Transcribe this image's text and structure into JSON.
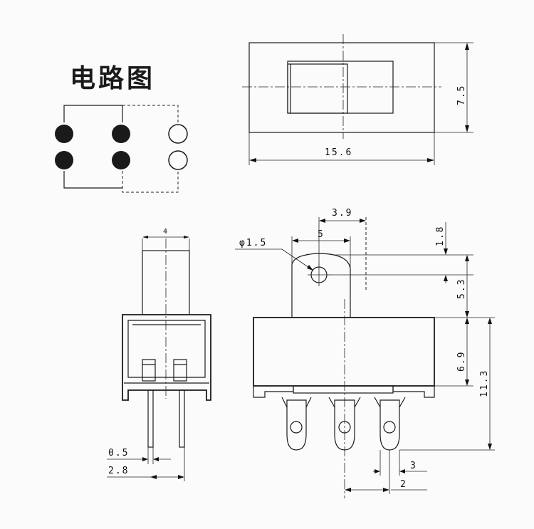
{
  "circuit": {
    "title": "电路图"
  },
  "top_view": {
    "width_dim": "15.6",
    "height_dim": "7.5"
  },
  "side_view": {
    "actuator_width_dim": "4",
    "pin_thickness_dim": "0.5",
    "pin_pitch_dim": "2.8"
  },
  "front_view": {
    "hole_label": "φ1.5",
    "hole_offset_dim": "5",
    "actuator_offset_dim": "3.9",
    "top_gap_dim": "1.8",
    "actuator_height_dim": "5.3",
    "body_height_dim": "6.9",
    "total_height_dim": "11.3",
    "pin_width_dim": "3",
    "pin_pitch_dim": "2"
  }
}
